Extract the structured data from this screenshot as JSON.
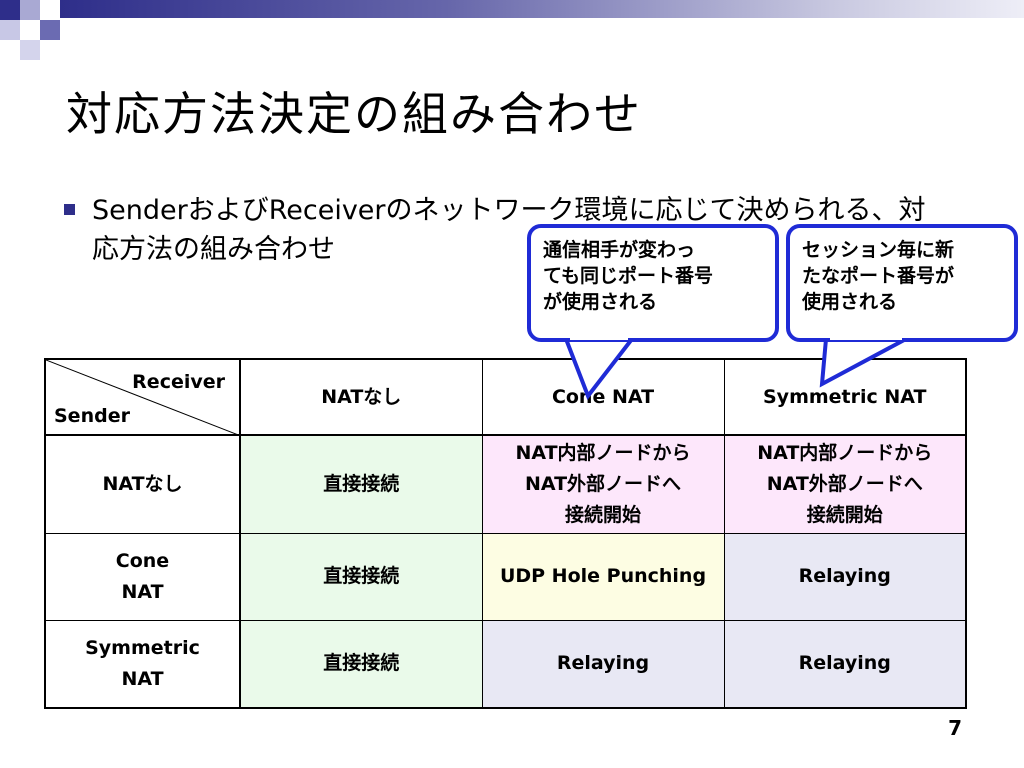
{
  "slide": {
    "title": "対応方法決定の組み合わせ",
    "bullet": "SenderおよびReceiverのネットワーク環境に応じて決められる、対応方法の組み合わせ",
    "page_number": "7"
  },
  "callouts": [
    {
      "lines": [
        "通信相手が変わっ",
        "ても同じポート番号",
        "が使用される"
      ]
    },
    {
      "lines": [
        "セッション毎に新",
        "たなポート番号が",
        "使用される"
      ]
    }
  ],
  "table": {
    "corner": {
      "top_right": "Receiver",
      "bottom_left": "Sender"
    },
    "headers": [
      "NATなし",
      "Cone NAT",
      "Symmetric NAT"
    ],
    "rows": [
      {
        "label_lines": [
          "NATなし"
        ],
        "cells": [
          {
            "lines": [
              "直接接続"
            ]
          },
          {
            "lines": [
              "NAT内部ノードから",
              "NAT外部ノードへ",
              "接続開始"
            ]
          },
          {
            "lines": [
              "NAT内部ノードから",
              "NAT外部ノードへ",
              "接続開始"
            ]
          }
        ]
      },
      {
        "label_lines": [
          "Cone",
          "NAT"
        ],
        "cells": [
          {
            "lines": [
              "直接接続"
            ]
          },
          {
            "lines": [
              "UDP Hole Punching"
            ]
          },
          {
            "lines": [
              "Relaying"
            ]
          }
        ]
      },
      {
        "label_lines": [
          "Symmetric",
          "NAT"
        ],
        "cells": [
          {
            "lines": [
              "直接接続"
            ]
          },
          {
            "lines": [
              "Relaying"
            ]
          },
          {
            "lines": [
              "Relaying"
            ]
          }
        ]
      }
    ]
  },
  "colors": {
    "accent": "#2e2e8a",
    "callout_border": "#1f2bd6",
    "direct_cell": "#eafaea",
    "initiate_cell": "#fde7fb",
    "hole_punch_cell": "#fdfde3",
    "relay_cell": "#e8e8f4"
  }
}
